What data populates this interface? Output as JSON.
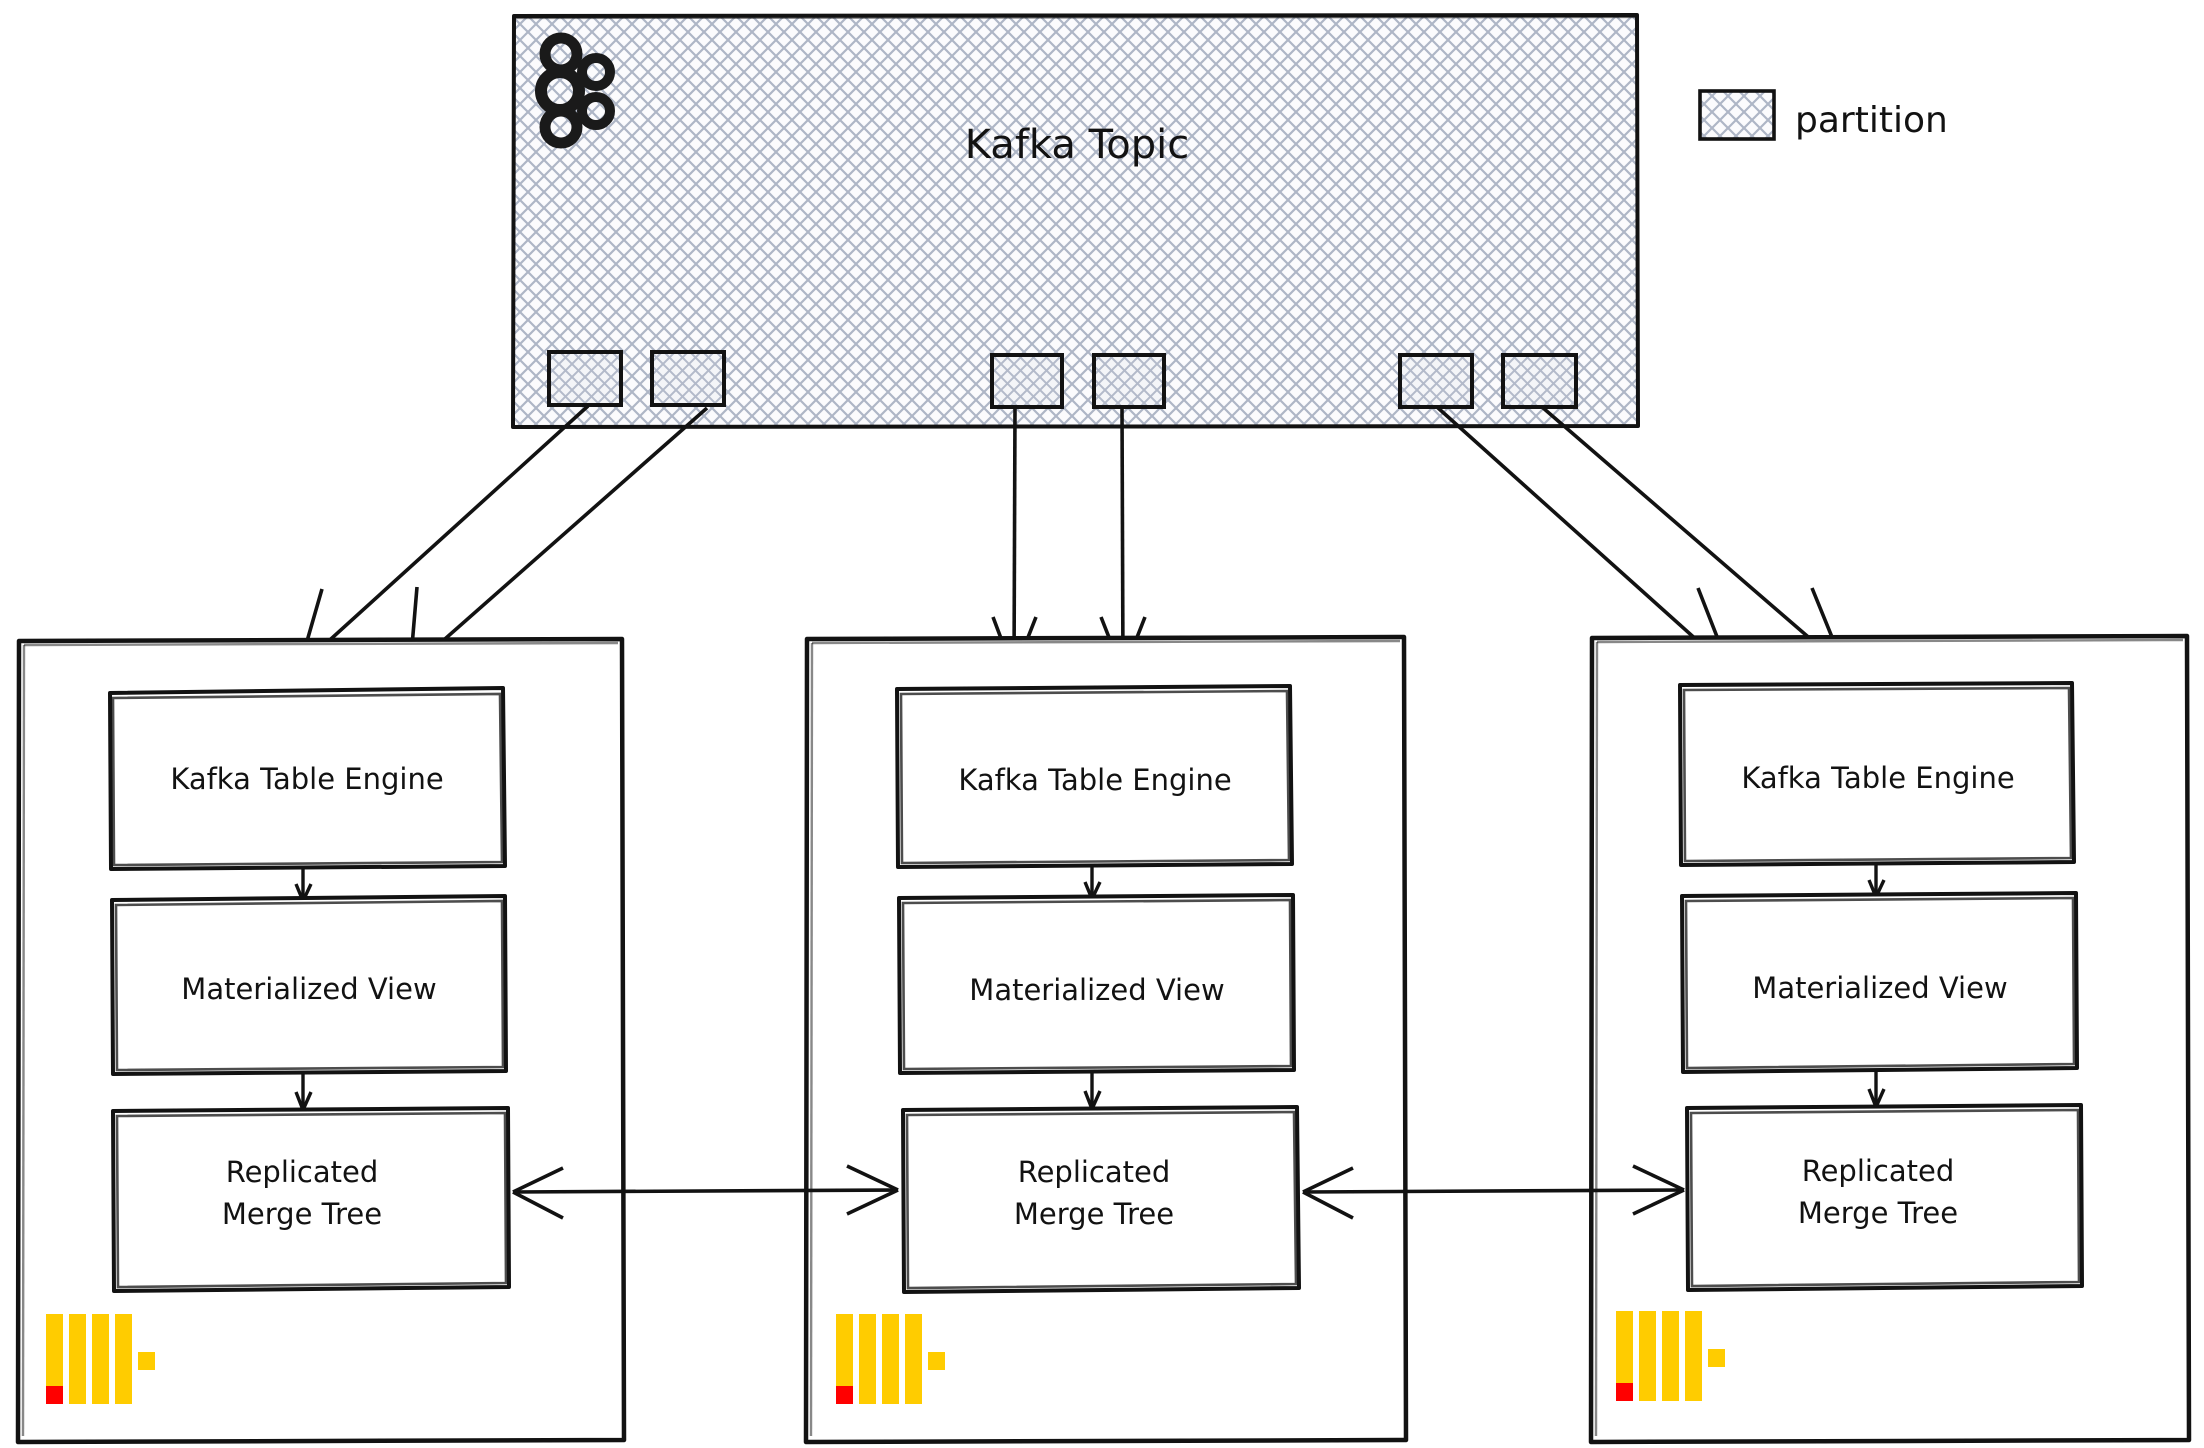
{
  "diagram": {
    "title_visible": false,
    "style": "hand-drawn sketch",
    "background_color": "#ffffff",
    "stroke_color": "#121212"
  },
  "legend": {
    "swatch_label": "partition",
    "swatch_fill": "crosshatch",
    "swatch_border_color": "#121212"
  },
  "kafka_topic": {
    "label": "Kafka Topic",
    "fill": "crosshatch",
    "border_color": "#121212",
    "logo_name": "kafka-logo",
    "partitions": [
      {
        "id": "p0",
        "group": 1
      },
      {
        "id": "p1",
        "group": 1
      },
      {
        "id": "p2",
        "group": 2
      },
      {
        "id": "p3",
        "group": 2
      },
      {
        "id": "p4",
        "group": 3
      },
      {
        "id": "p5",
        "group": 3
      }
    ]
  },
  "clusters": [
    {
      "id": "cluster-1",
      "logo_name": "clickhouse-logo",
      "nodes": [
        {
          "id": "kafka-table-engine",
          "label": "Kafka Table Engine"
        },
        {
          "id": "materialized-view",
          "label": "Materialized View"
        },
        {
          "id": "replicated-merge-tree",
          "label_line1": "Replicated",
          "label_line2": "Merge Tree"
        }
      ]
    },
    {
      "id": "cluster-2",
      "logo_name": "clickhouse-logo",
      "nodes": [
        {
          "id": "kafka-table-engine",
          "label": "Kafka Table Engine"
        },
        {
          "id": "materialized-view",
          "label": "Materialized View"
        },
        {
          "id": "replicated-merge-tree",
          "label_line1": "Replicated",
          "label_line2": "Merge Tree"
        }
      ]
    },
    {
      "id": "cluster-3",
      "logo_name": "clickhouse-logo",
      "nodes": [
        {
          "id": "kafka-table-engine",
          "label": "Kafka Table Engine"
        },
        {
          "id": "materialized-view",
          "label": "Materialized View"
        },
        {
          "id": "replicated-merge-tree",
          "label_line1": "Replicated",
          "label_line2": "Merge Tree"
        }
      ]
    }
  ],
  "colors": {
    "clickhouse_yellow": "#FFCC00",
    "clickhouse_red": "#FF0000",
    "hatch_line": "#AEB6C6",
    "stroke": "#121212"
  },
  "replication_links": [
    {
      "from": "cluster-1.replicated-merge-tree",
      "to": "cluster-2.replicated-merge-tree",
      "bidirectional": true
    },
    {
      "from": "cluster-2.replicated-merge-tree",
      "to": "cluster-3.replicated-merge-tree",
      "bidirectional": true
    }
  ]
}
